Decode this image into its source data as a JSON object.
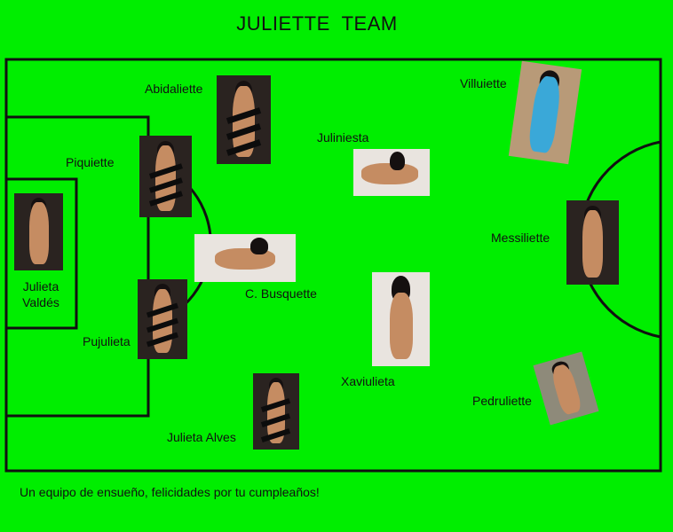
{
  "page": {
    "title": "JULIETTE  TEAM",
    "caption": "Un equipo de ensueño, felicidades por tu cumpleaños!",
    "background_color": "#00ee00",
    "line_color": "#111111"
  },
  "players": {
    "julieta_valdes": "Julieta\nValdés",
    "piquiette": "Piquiette",
    "pujulieta": "Pujulieta",
    "abidaliette": "Abidaliette",
    "julieta_alves": "Julieta Alves",
    "c_busquette": "C. Busquette",
    "juliniesta": "Juliniesta",
    "xaviulieta": "Xaviulieta",
    "villuiette": "Villuiette",
    "messiliette": "Messiliette",
    "pedruliette": "Pedruliette"
  }
}
